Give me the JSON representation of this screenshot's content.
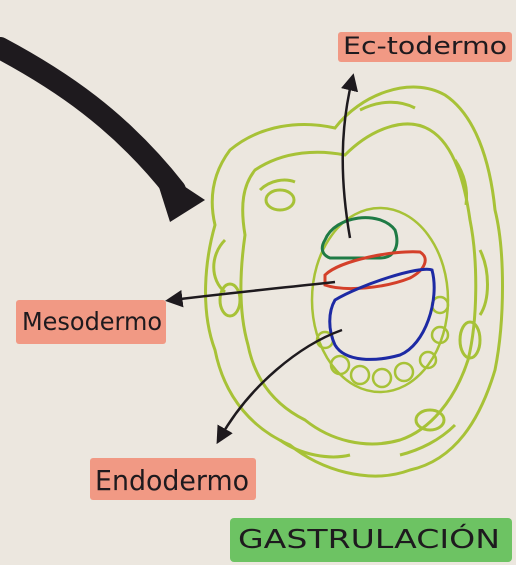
{
  "labels": {
    "ectoderm": "Ec-todermo",
    "mesoderm": "Mesodermo",
    "endoderm": "Endodermo",
    "title": "GASTRULACIÓN"
  },
  "colors": {
    "background": "#ece7df",
    "ink": "#1e1a1e",
    "outline_green": "#a7c237",
    "ectoderm_line": "#1f7b45",
    "mesoderm_line": "#d4402a",
    "endoderm_line": "#1d2aa4",
    "label_highlight": "#f2907a",
    "title_highlight": "#5fbf55"
  },
  "icons": {
    "pointer_arrow": "arrow-icon"
  }
}
